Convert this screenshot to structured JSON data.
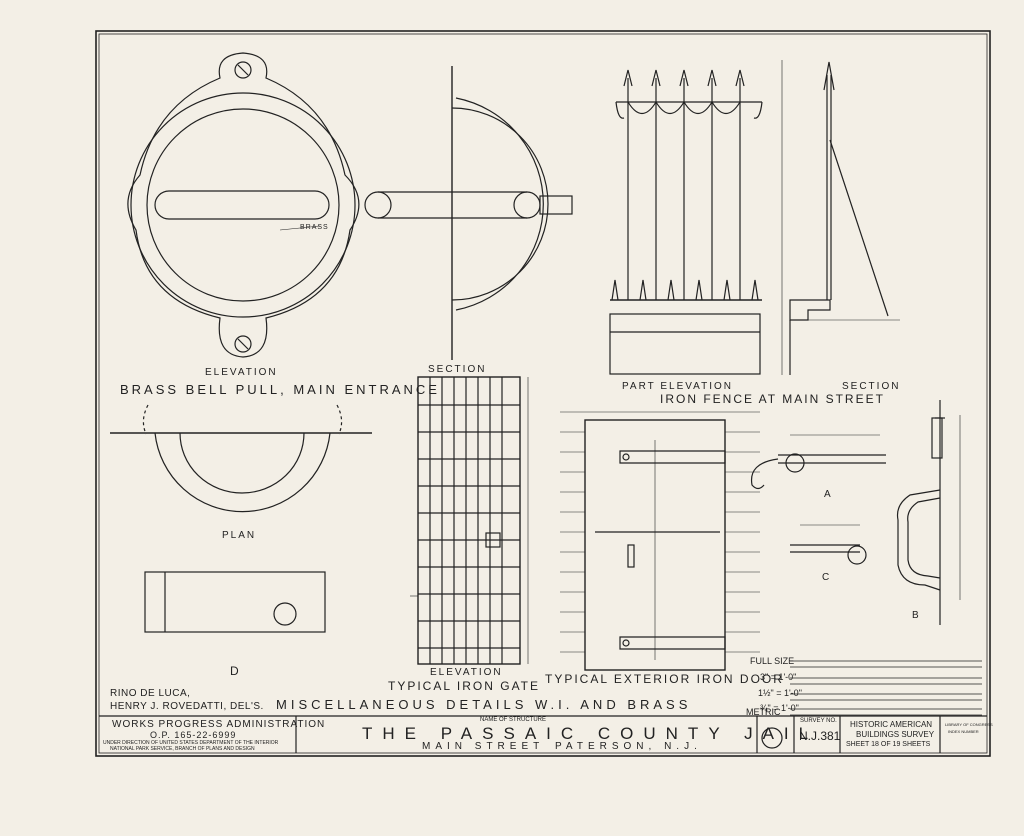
{
  "drawings": {
    "bell_elevation": "ELEVATION",
    "bell_caption": "BRASS BELL PULL, MAIN ENTRANCE",
    "bell_section": "SECTION",
    "bell_plan": "PLAN",
    "bell_detail_d": "D",
    "gate_elevation": "ELEVATION",
    "gate_caption": "TYPICAL IRON GATE",
    "door_caption": "TYPICAL EXTERIOR IRON DOOR",
    "fence_part_elevation": "PART ELEVATION",
    "fence_section": "SECTION",
    "fence_caption": "IRON FENCE AT MAIN STREET",
    "detail_a": "A",
    "detail_b": "B",
    "detail_c": "C",
    "brass_note": "BRASS"
  },
  "scales": {
    "full_size": "FULL SIZE",
    "s1": "3\" = 1'-0\"",
    "s2": "1½\" = 1'-0\"",
    "s3": "¾\" = 1'-0\"",
    "metric": "METRIC"
  },
  "credits": {
    "delineators_1": "RINO DE LUCA,",
    "delineators_2": "HENRY J. ROVEDATTI, DEL'S."
  },
  "sheet_title": "MISCELLANEOUS DETAILS W.I. AND BRASS",
  "title_block": {
    "wpa": "WORKS PROGRESS ADMINISTRATION",
    "op": "O.P. 165-22-6999",
    "direction_1": "UNDER DIRECTION OF UNITED STATES DEPARTMENT OF THE INTERIOR",
    "direction_2": "NATIONAL PARK SERVICE, BRANCH OF PLANS AND DESIGN",
    "name_label": "NAME OF STRUCTURE",
    "structure_name": "THE PASSAIC COUNTY JAIL",
    "location_1": "MAIN STREET",
    "location_2": "PATERSON, N.J.",
    "survey_label": "SURVEY NO.",
    "survey_no": "N.J.381",
    "habs_1": "HISTORIC AMERICAN",
    "habs_2": "BUILDINGS SURVEY",
    "sheet_no": "SHEET 18 OF 19 SHEETS",
    "loc_1": "LIBRARY OF CONGRESS",
    "loc_2": "INDEX NUMBER"
  }
}
